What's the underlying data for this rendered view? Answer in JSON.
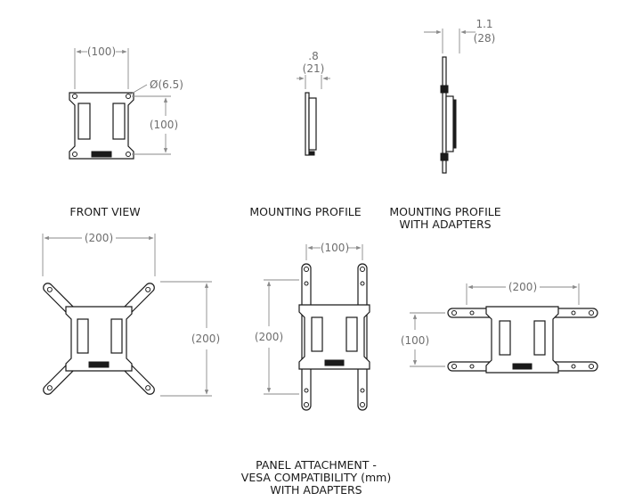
{
  "views": {
    "front": {
      "caption": "FRONT VIEW",
      "dim_width": "(100)",
      "dim_height": "(100)",
      "dim_hole": "Ø(6.5)"
    },
    "profile": {
      "caption": "MOUNTING PROFILE",
      "dim_inch": ".8",
      "dim_mm": "(21)"
    },
    "profile_adapters": {
      "caption_line1": "MOUNTING PROFILE",
      "caption_line2": "WITH ADAPTERS",
      "dim_inch": "1.1",
      "dim_mm": "(28)"
    },
    "panel_x": {
      "dim_width": "(200)",
      "dim_height": "(200)"
    },
    "panel_h": {
      "dim_width": "(100)",
      "dim_height": "(200)"
    },
    "panel_wide": {
      "dim_width": "(200)",
      "dim_height": "(100)"
    },
    "bottom_caption": {
      "line1": "PANEL ATTACHMENT -",
      "line2": "VESA COMPATIBILITY (mm)",
      "line3": "WITH ADAPTERS"
    }
  }
}
